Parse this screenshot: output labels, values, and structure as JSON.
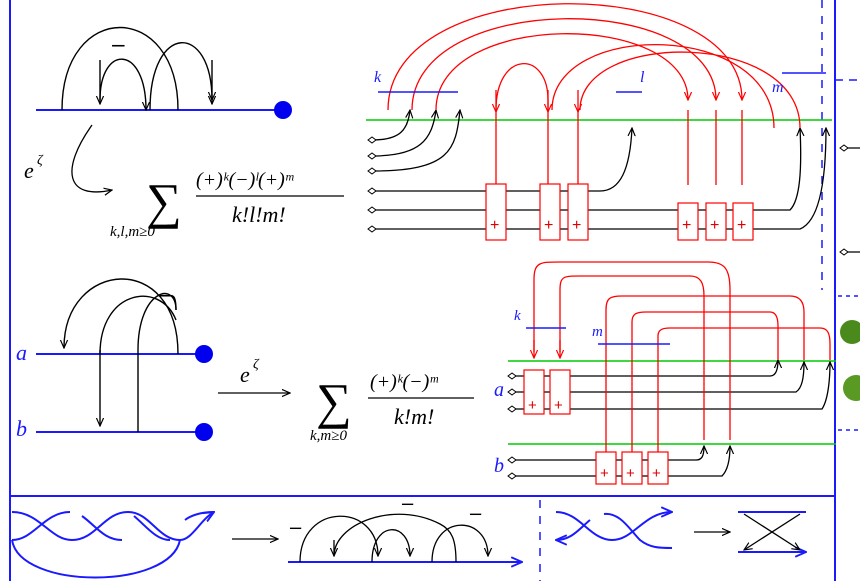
{
  "top_formula": {
    "exp": "e",
    "exp_sup": "ζ",
    "sum_symbol": "∑",
    "sum_sub": "k,l,m≥0",
    "numerator": "(+)ᵏ(−)ˡ(+)ᵐ",
    "denominator": "k!l!m!"
  },
  "top_labels": {
    "k": "k",
    "l": "l",
    "m": "m",
    "minus": "−"
  },
  "bottom_formula": {
    "exp": "e",
    "exp_sup": "ζ",
    "sum_symbol": "∑",
    "sum_sub": "k,m≥0",
    "numerator": "(+)ᵏ(−)ᵐ",
    "denominator": "k!m!"
  },
  "bottom_labels": {
    "a": "a",
    "b": "b",
    "k": "k",
    "m": "m",
    "minus": "−",
    "a2": "a",
    "b2": "b"
  },
  "box_sign": "+",
  "strip_minus": "−",
  "colors": {
    "blue": "#1a1aff",
    "red": "#ff0000",
    "green": "#00cc00",
    "black": "#000000",
    "dot": "#0000ee"
  }
}
